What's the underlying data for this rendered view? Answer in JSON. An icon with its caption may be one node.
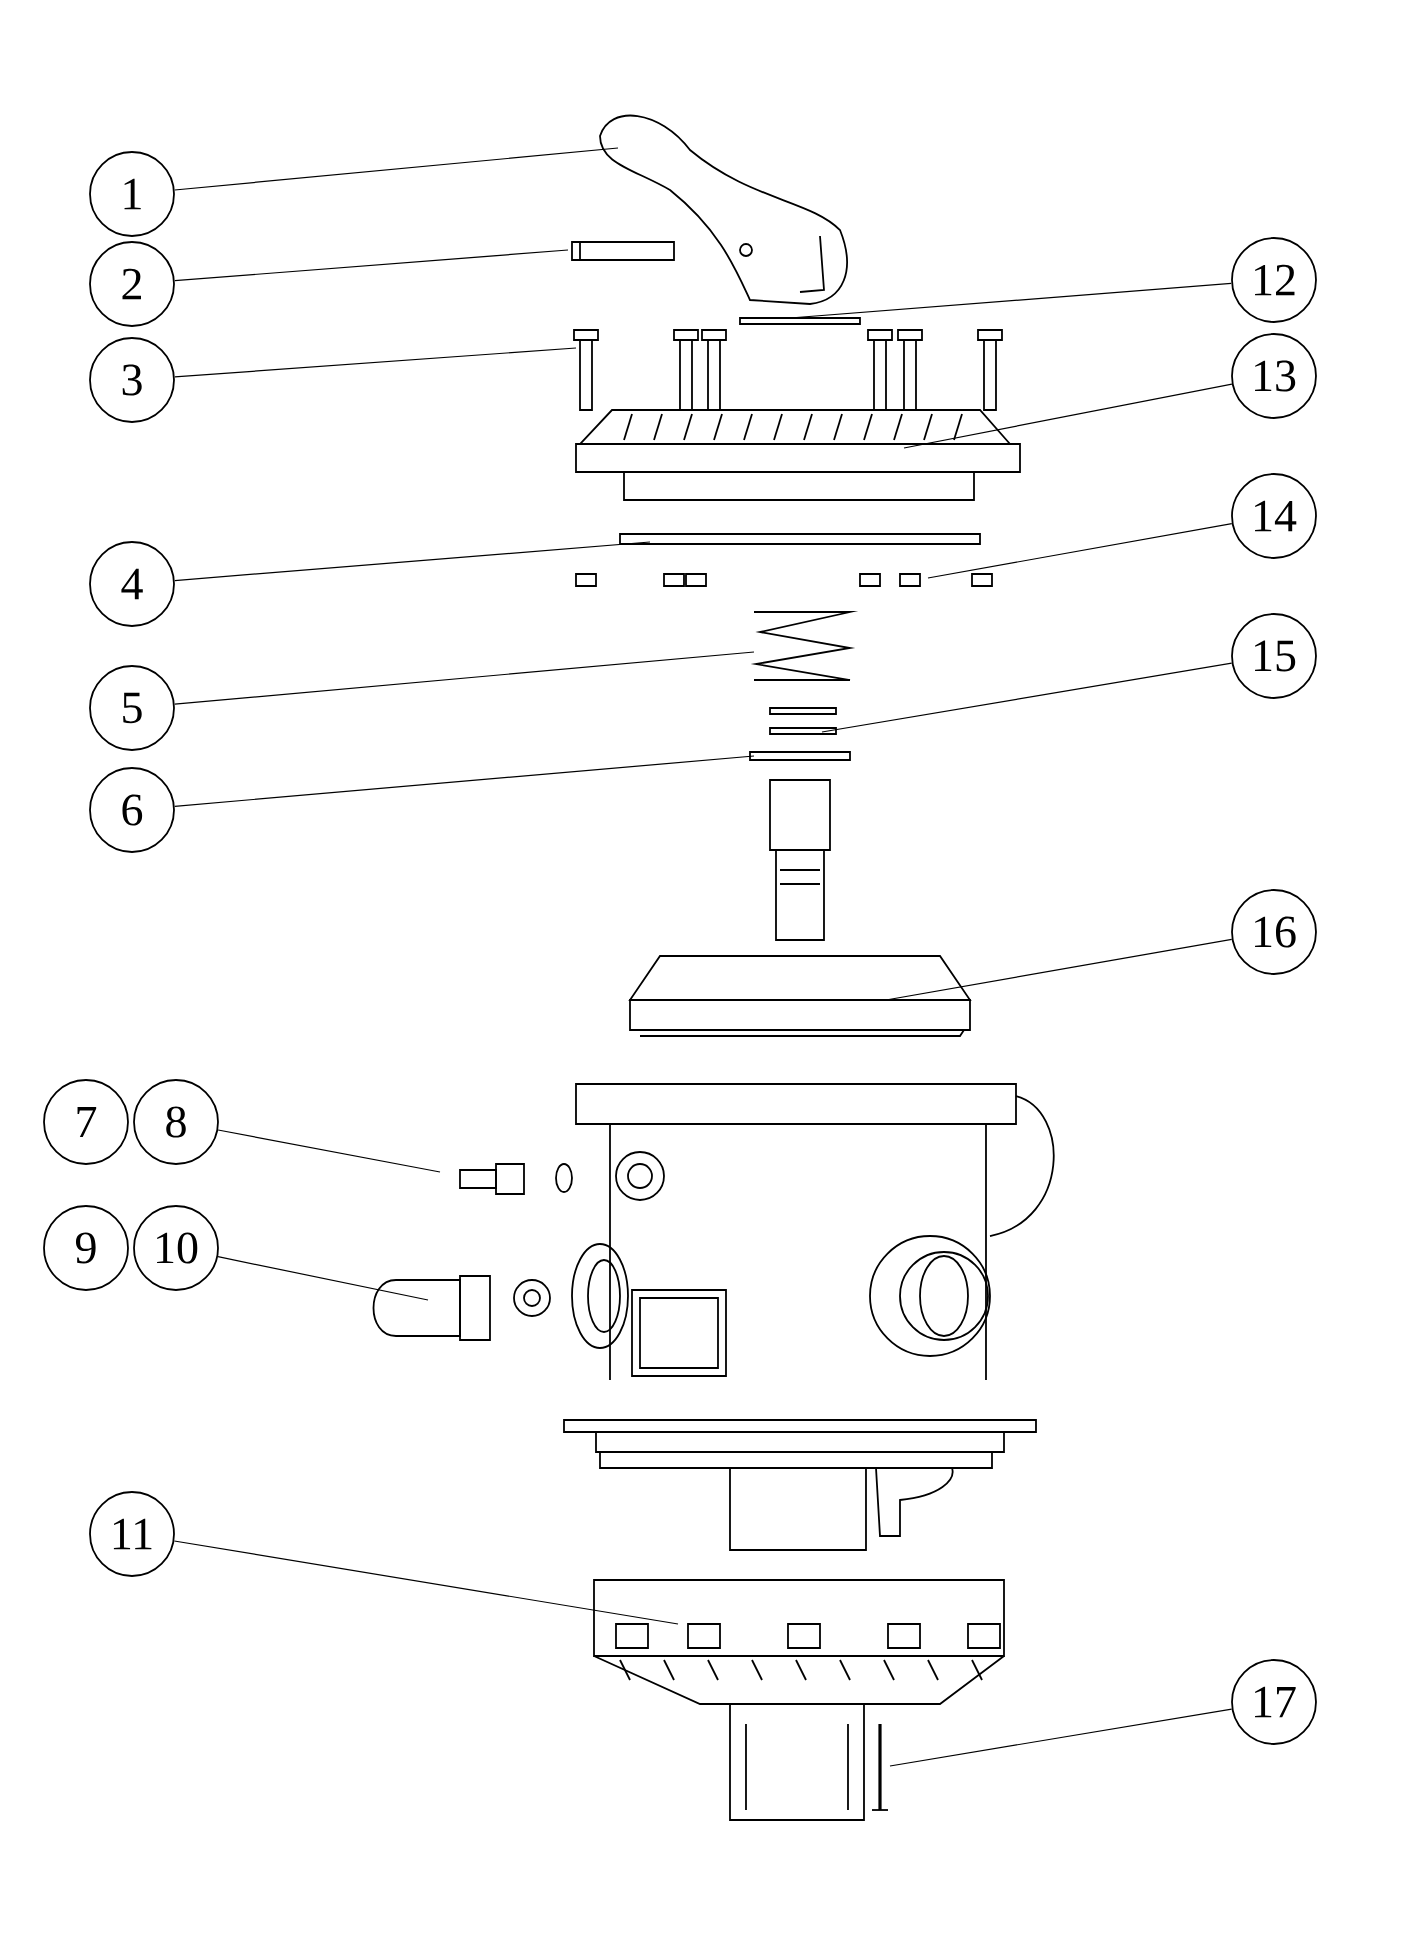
{
  "diagram": {
    "nodes": [
      {
        "text": [
          "1"
        ]
      },
      {
        "text": [
          "2"
        ]
      },
      {
        "text": [
          "3"
        ]
      },
      {
        "text": [
          "4"
        ]
      },
      {
        "text": [
          "5"
        ]
      },
      {
        "text": [
          "6"
        ]
      },
      {
        "text": [
          "7"
        ]
      },
      {
        "text": [
          "8"
        ]
      },
      {
        "text": [
          "9"
        ]
      },
      {
        "text": [
          "10"
        ]
      },
      {
        "text": [
          "11"
        ]
      },
      {
        "text": [
          "12"
        ]
      },
      {
        "text": [
          "13"
        ]
      },
      {
        "text": [
          "14"
        ]
      },
      {
        "text": [
          "15"
        ]
      },
      {
        "text": [
          "16"
        ]
      },
      {
        "text": [
          "17"
        ]
      }
    ],
    "edges": [
      {
        "from": 0,
        "to": null,
        "arrow": "none"
      },
      {
        "from": 1,
        "to": null,
        "arrow": "none"
      },
      {
        "from": 2,
        "to": null,
        "arrow": "none"
      },
      {
        "from": 3,
        "to": null,
        "arrow": "none"
      },
      {
        "from": 4,
        "to": null,
        "arrow": "none"
      },
      {
        "from": 5,
        "to": null,
        "arrow": "none"
      },
      {
        "from": 7,
        "to": null,
        "arrow": "none"
      },
      {
        "from": 9,
        "to": null,
        "arrow": "none"
      },
      {
        "from": 10,
        "to": null,
        "arrow": "none"
      },
      {
        "from": 11,
        "to": null,
        "arrow": "none"
      },
      {
        "from": 12,
        "to": null,
        "arrow": "none"
      },
      {
        "from": 13,
        "to": null,
        "arrow": "none"
      },
      {
        "from": 14,
        "to": null,
        "arrow": "none"
      },
      {
        "from": 15,
        "to": null,
        "arrow": "none"
      },
      {
        "from": 16,
        "to": null,
        "arrow": "none"
      }
    ]
  }
}
